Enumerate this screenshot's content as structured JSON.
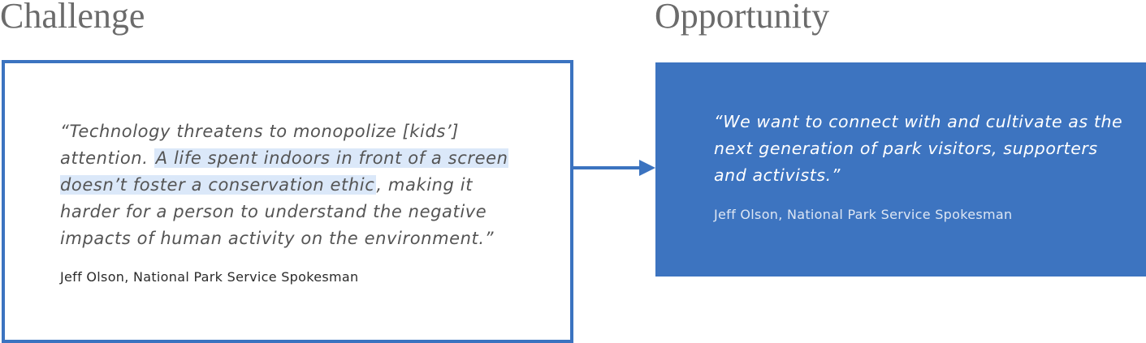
{
  "challenge": {
    "heading": "Challenge",
    "quote_part1": "“Technology threatens to monopolize [kids’] attention. ",
    "quote_highlight": "A life spent indoors in front of a screen doesn’t foster a conservation ethic",
    "quote_part2": ", making it harder for a person to understand the negative impacts of human activity on the environment.”",
    "attribution": "Jeff Olson, National Park Service Spokesman"
  },
  "opportunity": {
    "heading": "Opportunity",
    "quote": "“We want to connect with and cultivate as the next generation of park visitors, supporters and activists.”",
    "attribution": "Jeff Olson, National Park Service Spokesman"
  },
  "colors": {
    "accent": "#3b73c0",
    "highlight": "#dbe8f9",
    "heading_text": "#6b6b6b"
  }
}
